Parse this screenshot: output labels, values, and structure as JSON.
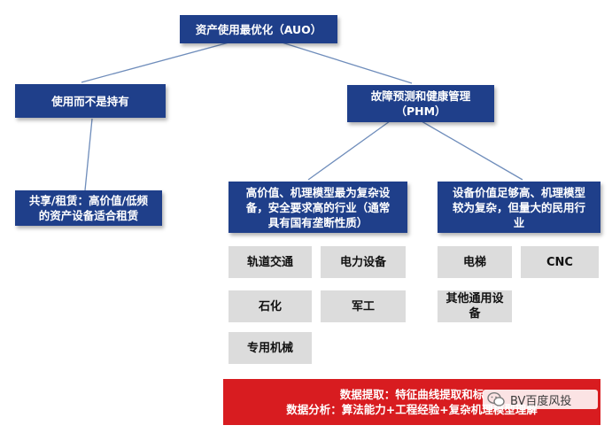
{
  "root": {
    "label": "资产使用最优化（AUO）"
  },
  "left": {
    "title": "使用而不是持有",
    "detail": [
      "共享/租赁：高价值/低频",
      "的资产设备适合租赁"
    ]
  },
  "right": {
    "title": [
      "故障预测和健康管理",
      "（PHM）"
    ],
    "high_value": {
      "label": [
        "高价值、机理模型最为复杂设",
        "备，安全要求高的行业（通常",
        "具有国有垄断性质）"
      ],
      "items": [
        "轨道交通",
        "电力设备",
        "石化",
        "军工",
        "专用机械"
      ]
    },
    "civil": {
      "label": [
        "设备价值足够高、机理模型",
        "较为复杂，但量大的民用行",
        "业"
      ],
      "items": [
        "电梯",
        "CNC",
        [
          "其他通用设",
          "备"
        ]
      ]
    }
  },
  "banner": {
    "line1": "数据提取：特征曲线提取和标",
    "line2": "数据分析：算法能力+工程经验+复杂机理模型理解"
  },
  "watermark": {
    "text": "BV百度风投"
  },
  "colors": {
    "node_blue": "#1f3f8a",
    "item_grey": "#dcdcdc",
    "banner_red": "#d81c20",
    "connector": "#6f8dbb"
  }
}
